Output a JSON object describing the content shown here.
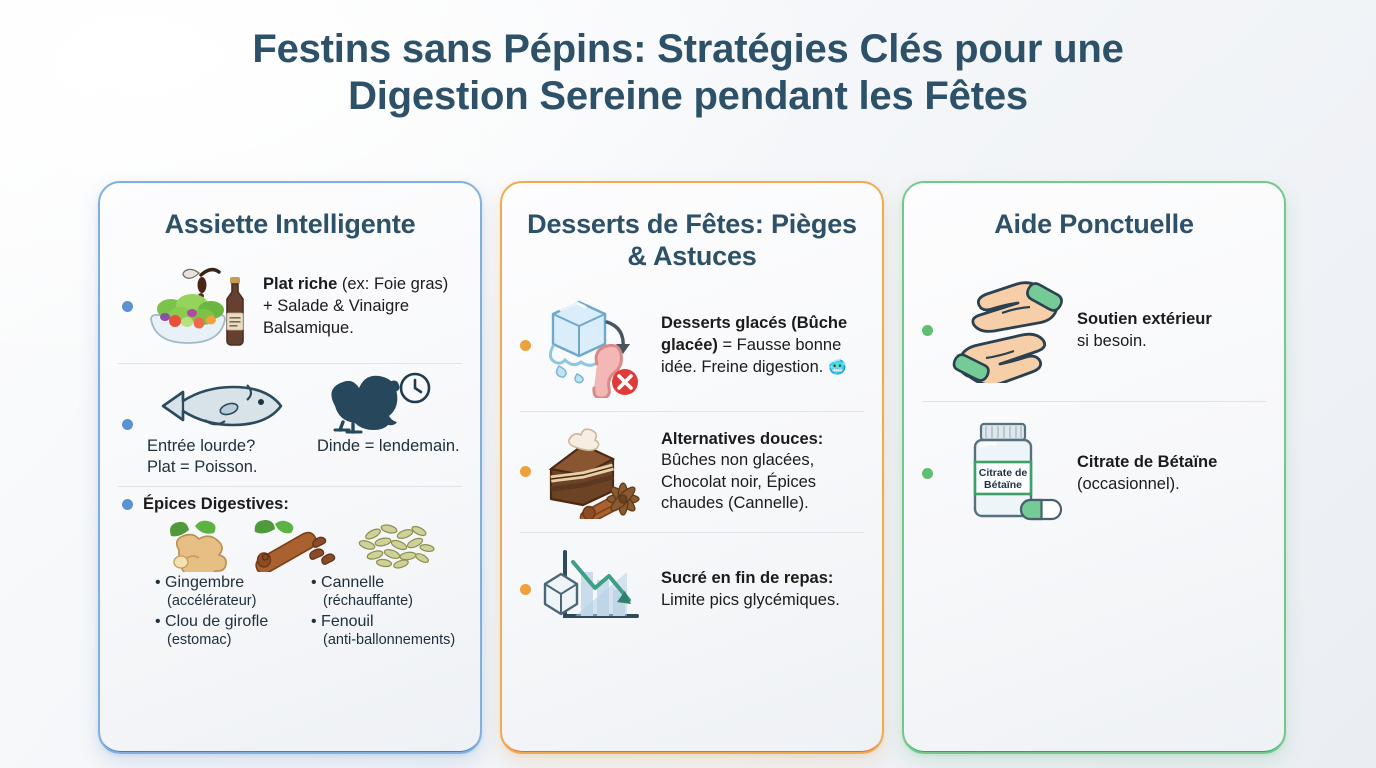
{
  "title": {
    "line1": "Festins sans Pépins: Stratégies Clés pour une",
    "line2": "Digestion Sereine pendant les Fêtes"
  },
  "colors": {
    "title_text": "#2c5168",
    "card1_accent": "#5b93d0",
    "card2_accent": "#eda03c",
    "card3_accent": "#60bd72",
    "body_text": "#1b1b1b",
    "divider": "#dfe4ea",
    "background": "#eef1f5"
  },
  "cards": [
    {
      "id": "assiette-intelligente",
      "accent": "blue",
      "title": "Assiette Intelligente",
      "items": [
        {
          "icon": "salad-bowl-and-balsamic-vinegar-bottle-icon",
          "lead": "Plat riche",
          "sub": " (ex: Foie gras) + Salade & Vinaigre Balsamique."
        },
        {
          "icon": "fish-and-turkey-with-clock-icon",
          "lead": "Entrée lourde?",
          "line_left": "Plat = Poisson.",
          "line_right": "Dinde = lendemain."
        },
        {
          "icon": "ginger-cinnamon-clove-fennel-icon",
          "lead": "Épices Digestives:",
          "spices": [
            {
              "name": "Gingembre",
              "note": "(accélérateur)"
            },
            {
              "name": "Cannelle",
              "note": "(réchauffante)"
            },
            {
              "name": "Clou de girofle",
              "note": "(estomac)"
            },
            {
              "name": "Fenouil",
              "note": "(anti-ballonnements)"
            }
          ]
        }
      ]
    },
    {
      "id": "desserts-de-fetes",
      "accent": "orange",
      "title_line1": "Desserts de Fêtes:",
      "title_line2": "Pièges & Astuces",
      "items": [
        {
          "icon": "melting-ice-cube-stomach-blocked-icon",
          "lead": "Desserts glacés (Bûche glacée)",
          "sub": " = Fausse bonne idée. Freine digestion.",
          "emoji": "🥶"
        },
        {
          "icon": "chocolate-cake-slice-with-cinnamon-star-anise-icon",
          "lead": "Alternatives douces:",
          "sub": " Bûches non glacées, Chocolat noir, Épices chaudes (Cannelle)."
        },
        {
          "icon": "sugar-cube-declining-glycemic-chart-icon",
          "lead": "Sucré en fin de repas:",
          "sub": " Limite pics glycémiques."
        }
      ]
    },
    {
      "id": "aide-ponctuelle",
      "accent": "green",
      "title": "Aide Ponctuelle",
      "items": [
        {
          "icon": "helping-hands-icon",
          "lead": "Soutien extérieur",
          "sub": " si besoin."
        },
        {
          "icon": "supplement-bottle-with-capsule-icon",
          "icon_label_line1": "Citrate de",
          "icon_label_line2": "Bétaïne",
          "lead": "Citrate de Bétaïne",
          "sub": " (occasionnel)."
        }
      ]
    }
  ]
}
